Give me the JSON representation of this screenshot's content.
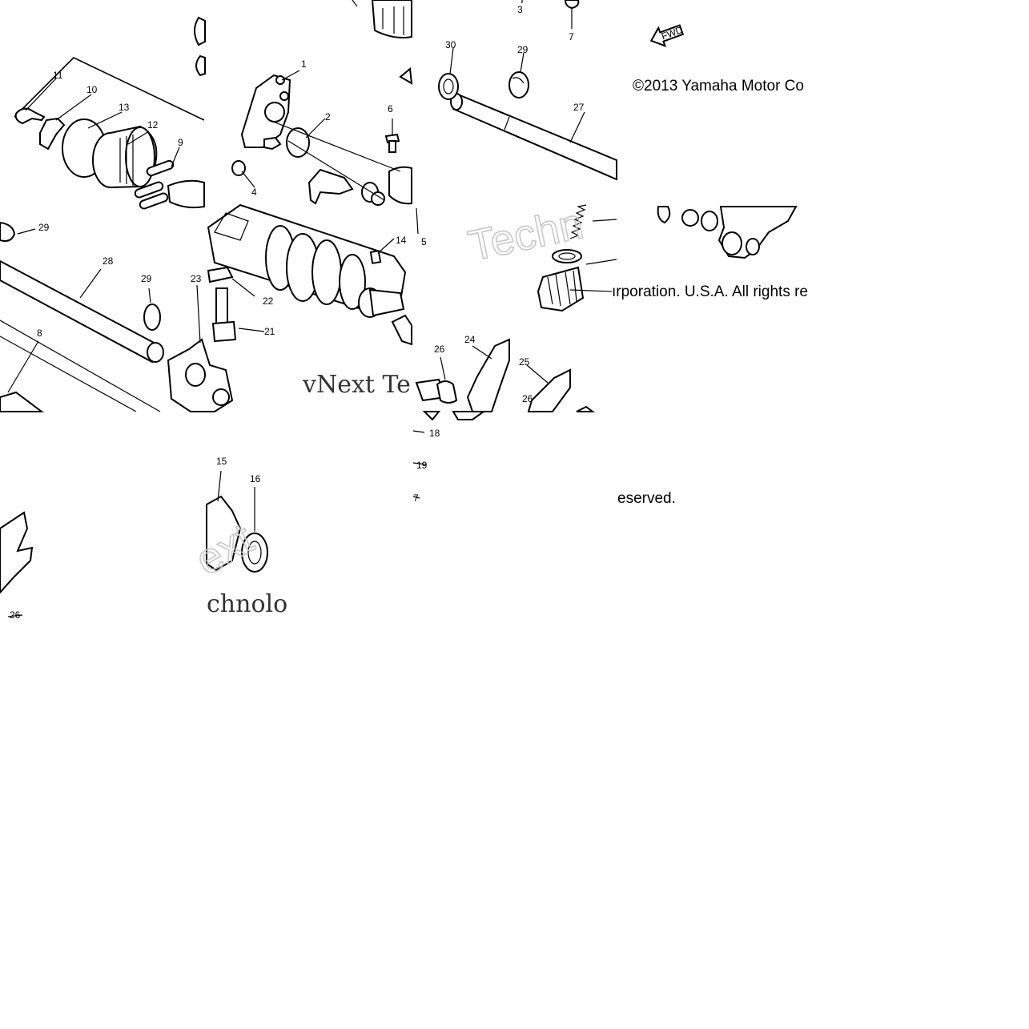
{
  "copyright": {
    "segment_1": "©2013 Yamaha Motor Co",
    "segment_2": "ırporation. U.S.A. All rights re",
    "segment_3": "eserved."
  },
  "watermark": {
    "fragment_1": "Techn",
    "fragment_2": "vNext Te",
    "fragment_3": "chnolo",
    "fragment_4": "ext"
  },
  "fwd_label": "FWD",
  "callouts": [
    {
      "id": "c1",
      "label": "1"
    },
    {
      "id": "c2",
      "label": "2"
    },
    {
      "id": "c3",
      "label": "3"
    },
    {
      "id": "c4",
      "label": "4"
    },
    {
      "id": "c5",
      "label": "5"
    },
    {
      "id": "c6",
      "label": "6"
    },
    {
      "id": "c7",
      "label": "7"
    },
    {
      "id": "c7b",
      "label": "7"
    },
    {
      "id": "c8",
      "label": "8"
    },
    {
      "id": "c9",
      "label": "9"
    },
    {
      "id": "c10",
      "label": "10"
    },
    {
      "id": "c11",
      "label": "11"
    },
    {
      "id": "c12",
      "label": "12"
    },
    {
      "id": "c13",
      "label": "13"
    },
    {
      "id": "c14",
      "label": "14"
    },
    {
      "id": "c15",
      "label": "15"
    },
    {
      "id": "c16",
      "label": "16"
    },
    {
      "id": "c18",
      "label": "18"
    },
    {
      "id": "c19",
      "label": "19"
    },
    {
      "id": "c21",
      "label": "21"
    },
    {
      "id": "c22",
      "label": "22"
    },
    {
      "id": "c23",
      "label": "23"
    },
    {
      "id": "c24",
      "label": "24"
    },
    {
      "id": "c25",
      "label": "25"
    },
    {
      "id": "c26a",
      "label": "26"
    },
    {
      "id": "c26b",
      "label": "26"
    },
    {
      "id": "c26c",
      "label": "26"
    },
    {
      "id": "c27",
      "label": "27"
    },
    {
      "id": "c28",
      "label": "28"
    },
    {
      "id": "c29a",
      "label": "29"
    },
    {
      "id": "c29b",
      "label": "29"
    },
    {
      "id": "c29c",
      "label": "29"
    },
    {
      "id": "c30",
      "label": "30"
    }
  ]
}
